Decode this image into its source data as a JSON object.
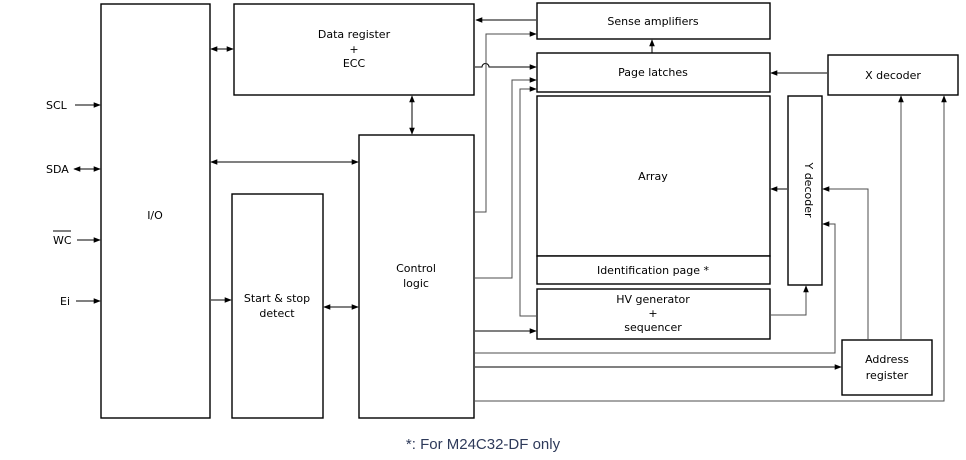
{
  "pins": {
    "scl": "SCL",
    "sda": "SDA",
    "wc": "WC",
    "ei": "Ei"
  },
  "blocks": {
    "io": "I/O",
    "data_register": [
      "Data register",
      "+",
      "ECC"
    ],
    "start_stop": [
      "Start & stop",
      "detect"
    ],
    "control_logic": [
      "Control",
      "logic"
    ],
    "sense_amplifiers": "Sense amplifiers",
    "page_latches": "Page latches",
    "array": "Array",
    "identification_page": "Identification page *",
    "hv_generator": [
      "HV generator",
      "+",
      "sequencer"
    ],
    "y_decoder": "Y decoder",
    "x_decoder": "X decoder",
    "address_register": [
      "Address",
      "register"
    ]
  },
  "footnote": "*: For M24C32-DF only",
  "colors": {
    "stroke": "#000000",
    "note_text": "#2e3a5a"
  }
}
